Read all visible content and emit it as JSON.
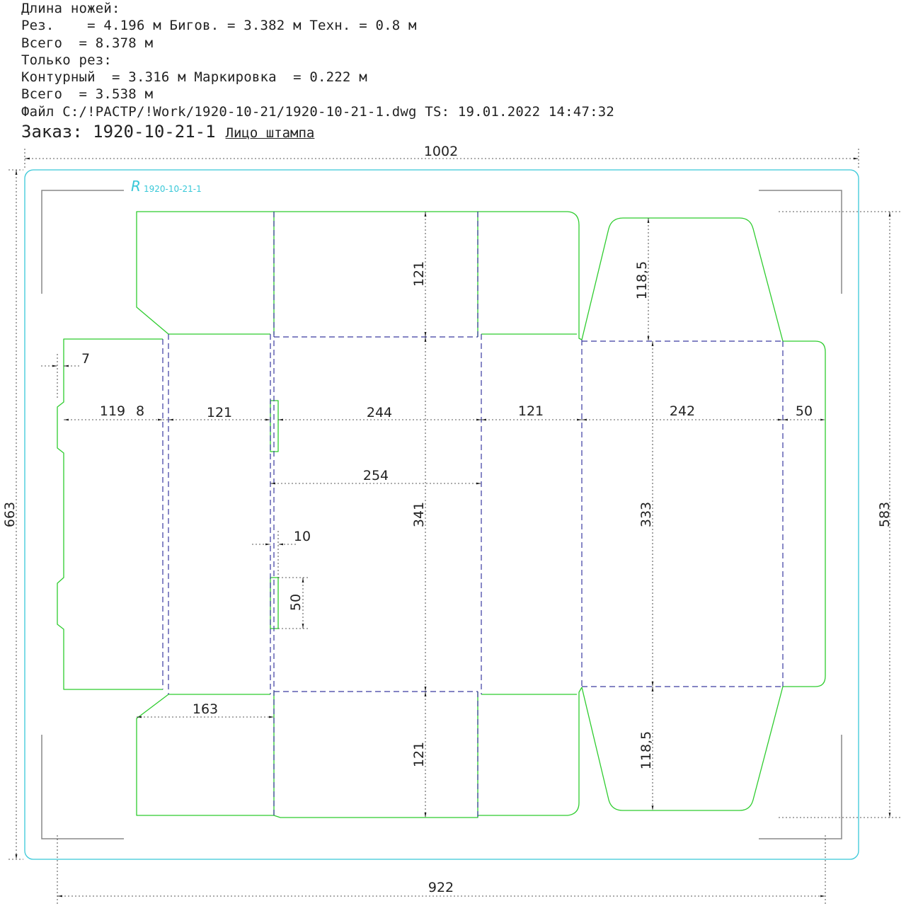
{
  "header": {
    "knife_length_title": "Длина ножей:",
    "line_rez": "Рез.    = 4.196 м Бигов. = 3.382 м Техн. = 0.8 м",
    "line_total1": "Всего  = 8.378 м",
    "only_cut_title": "Только рез:",
    "line_contour": "Контурный  = 3.316 м Маркировка  = 0.222 м",
    "line_total2": "Всего  = 3.538 м",
    "file_line": "Файл C:/!РАСТР/!Work/1920-10-21/1920-10-21-1.dwg TS: 19.01.2022 14:47:32",
    "order_label": "Заказ: 1920-10-21-1",
    "side_label": "Лицо штампа"
  },
  "stamp_mark": {
    "text": "1920-10-21-1",
    "logo_letter": "R"
  },
  "dimensions": {
    "overall_width": "1002",
    "overall_height": "663",
    "bottom_width": "922",
    "right_height": "583",
    "d_7": "7",
    "d_119": "119",
    "d_8": "8",
    "d_121_a": "121",
    "d_244": "244",
    "d_121_b": "121",
    "d_242": "242",
    "d_50_a": "50",
    "d_254": "254",
    "d_341": "341",
    "d_333": "333",
    "d_10": "10",
    "d_50_b": "50",
    "d_163": "163",
    "d_121_top": "121",
    "d_121_bottom": "121",
    "d_118_5_top": "118,5",
    "d_118_5_bottom": "118,5"
  },
  "colors": {
    "cut_line": "#2ecc2e",
    "crease_line": "#3a3aa0",
    "frame": "#38c8d8",
    "dimension": "#222222",
    "corner_marks": "#888888"
  }
}
